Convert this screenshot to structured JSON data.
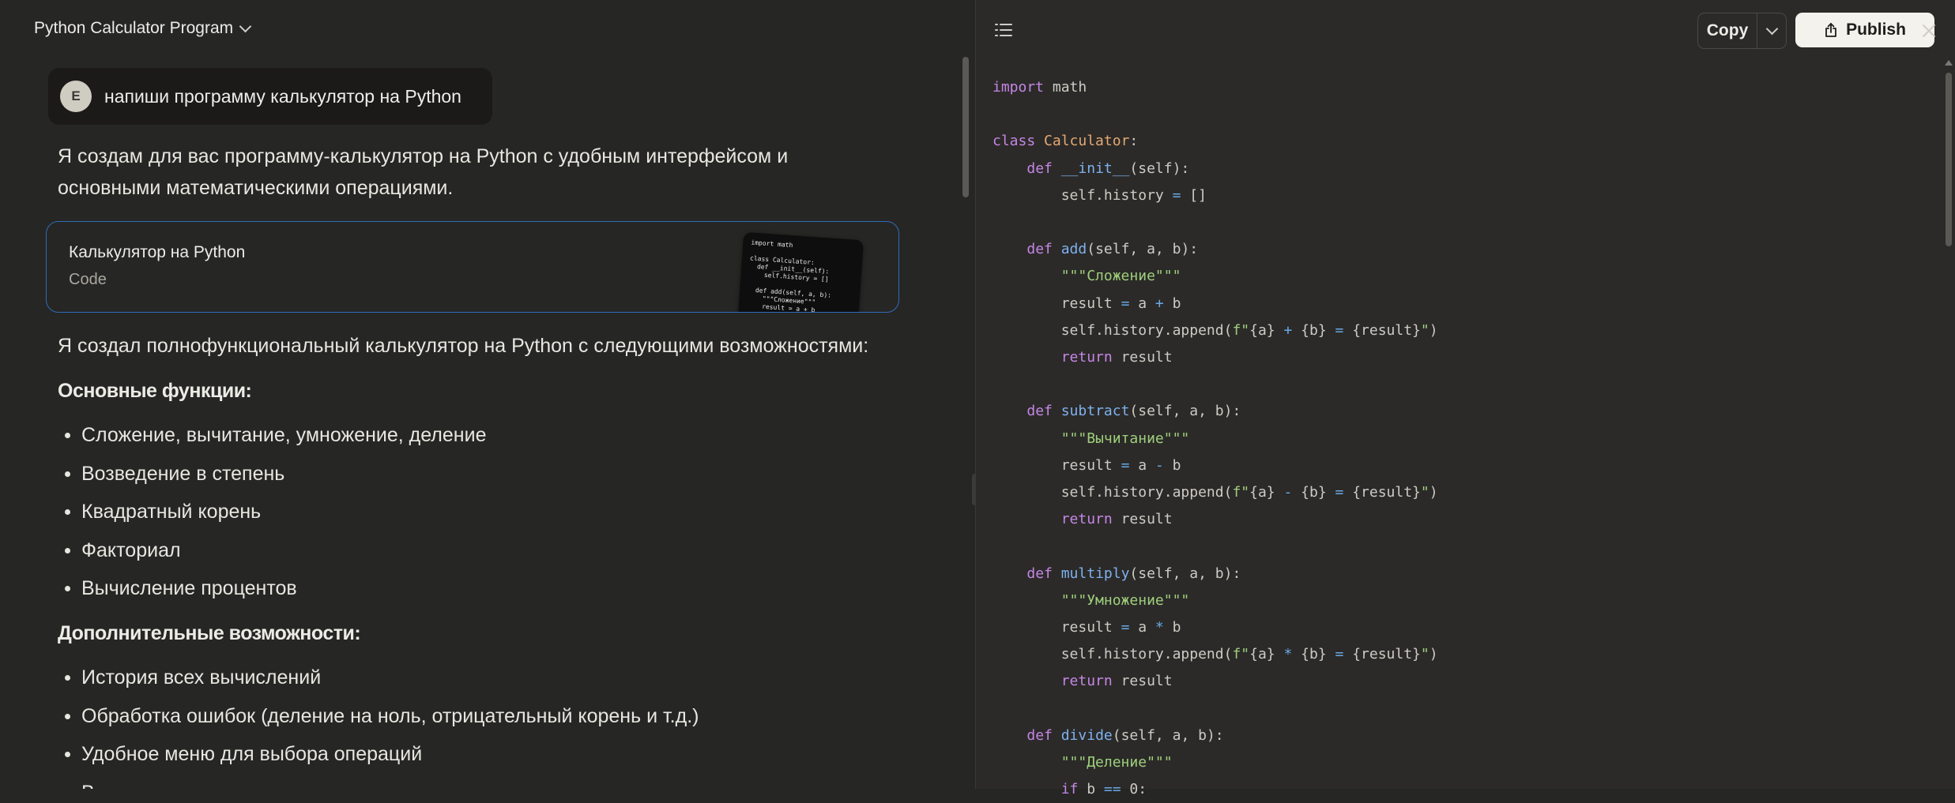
{
  "header": {
    "title": "Python Calculator Program"
  },
  "user_message": {
    "avatar_letter": "E",
    "text": "напиши программу калькулятор на Python"
  },
  "assistant": {
    "intro_line1": "Я создам для вас программу-калькулятор на Python с удобным интерфейсом и",
    "intro_line2": "основными математическими операциями.",
    "artifact": {
      "title": "Калькулятор на Python",
      "type": "Code",
      "thumb_code": "import math\n\nclass Calculator:\n  def __init__(self):\n    self.history = []\n\n  def add(self, a, b):\n    \"\"\"Сложение\"\"\"\n    result = a + b\n    self.hist..."
    },
    "summary": "Я создал полнофункциональный калькулятор на Python с следующими возможностями:",
    "section1_title": "Основные функции:",
    "section1_items": [
      "Сложение, вычитание, умножение, деление",
      "Возведение в степень",
      "Квадратный корень",
      "Факториал",
      "Вычисление процентов"
    ],
    "section2_title": "Дополнительные возможности:",
    "section2_items": [
      "История всех вычислений",
      "Обработка ошибок (деление на ноль, отрицательный корень и т.д.)",
      "Удобное меню для выбора операций",
      "В..."
    ]
  },
  "toolbar": {
    "copy_label": "Copy",
    "publish_label": "Publish"
  },
  "icons": {
    "menu": "list-icon",
    "copy_dropdown": "chevron-down-icon",
    "publish": "share-icon",
    "close": "close-icon"
  }
}
